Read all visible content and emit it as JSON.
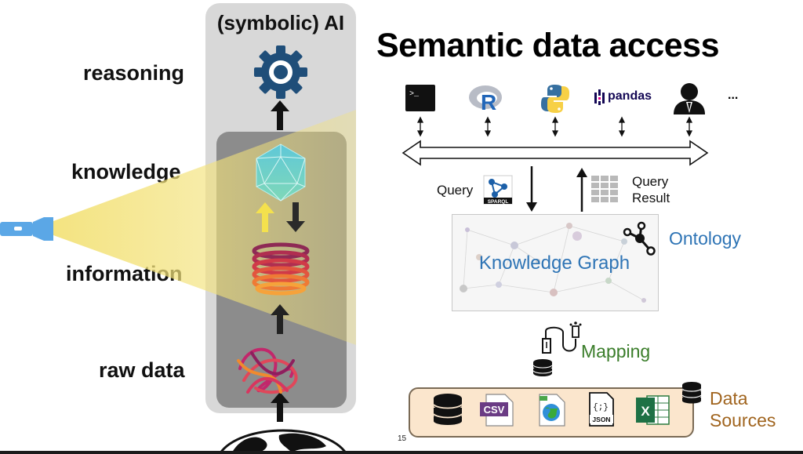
{
  "left_labels": {
    "reasoning": "reasoning",
    "knowledge": "knowledge",
    "information": "information",
    "raw_data": "raw data"
  },
  "ai_panel": {
    "title": "(symbolic) AI"
  },
  "main": {
    "title": "Semantic data access",
    "tools": {
      "pandas": "pandas",
      "more": "..."
    },
    "query": "Query",
    "sparql": "SPARQL",
    "query_result": "Query\nResult",
    "knowledge_graph": "Knowledge Graph",
    "ontology": "Ontology",
    "mapping": "Mapping",
    "data_sources": "Data\nSources",
    "csv": "CSV",
    "json": "JSON",
    "json_braces": "{;}",
    "excel": "X"
  },
  "page_number": "15",
  "colors": {
    "panel_outer": "#d8d8d8",
    "panel_inner": "#8c8c8c",
    "kg_blue": "#2e74b5",
    "mapping_green": "#3a7d2a",
    "sources_brown": "#a0641e",
    "sources_fill": "#fbe6cd",
    "gear_blue": "#1f4e79"
  }
}
